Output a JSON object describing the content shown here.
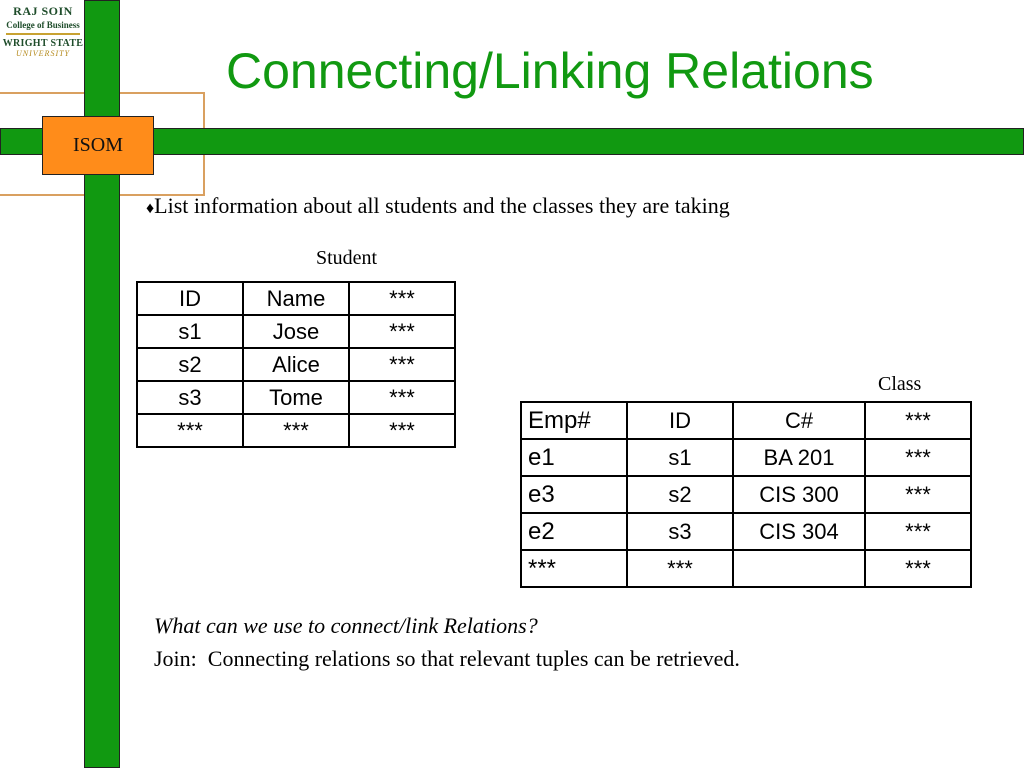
{
  "logo": {
    "line1": "RAJ SOIN",
    "line2": "College of Business",
    "line3": "WRIGHT STATE",
    "line4": "UNIVERSITY"
  },
  "badge": "ISOM",
  "title": "Connecting/Linking Relations",
  "bullet": {
    "symbol": "♦",
    "text": "List information about all students and the classes they are taking"
  },
  "student": {
    "caption": "Student",
    "rows": [
      [
        "ID",
        "Name",
        "***"
      ],
      [
        "s1",
        "Jose",
        "***"
      ],
      [
        "s2",
        "Alice",
        "***"
      ],
      [
        "s3",
        "Tome",
        "***"
      ],
      [
        "***",
        "***",
        "***"
      ]
    ]
  },
  "class": {
    "caption": "Class",
    "rows": [
      [
        "Emp#",
        "ID",
        "C#",
        "***"
      ],
      [
        "e1",
        "s1",
        "BA 201",
        "***"
      ],
      [
        "e3",
        "s2",
        "CIS 300",
        "***"
      ],
      [
        "e2",
        "s3",
        "CIS 304",
        "***"
      ],
      [
        "***",
        "***",
        "",
        "***"
      ]
    ]
  },
  "question": "What can we use to connect/link Relations?",
  "join": "Join:  Connecting relations so that relevant tuples can be retrieved.",
  "colors": {
    "green": "#119911",
    "orange": "#ff8c1a",
    "tan_line": "#d9a060"
  }
}
